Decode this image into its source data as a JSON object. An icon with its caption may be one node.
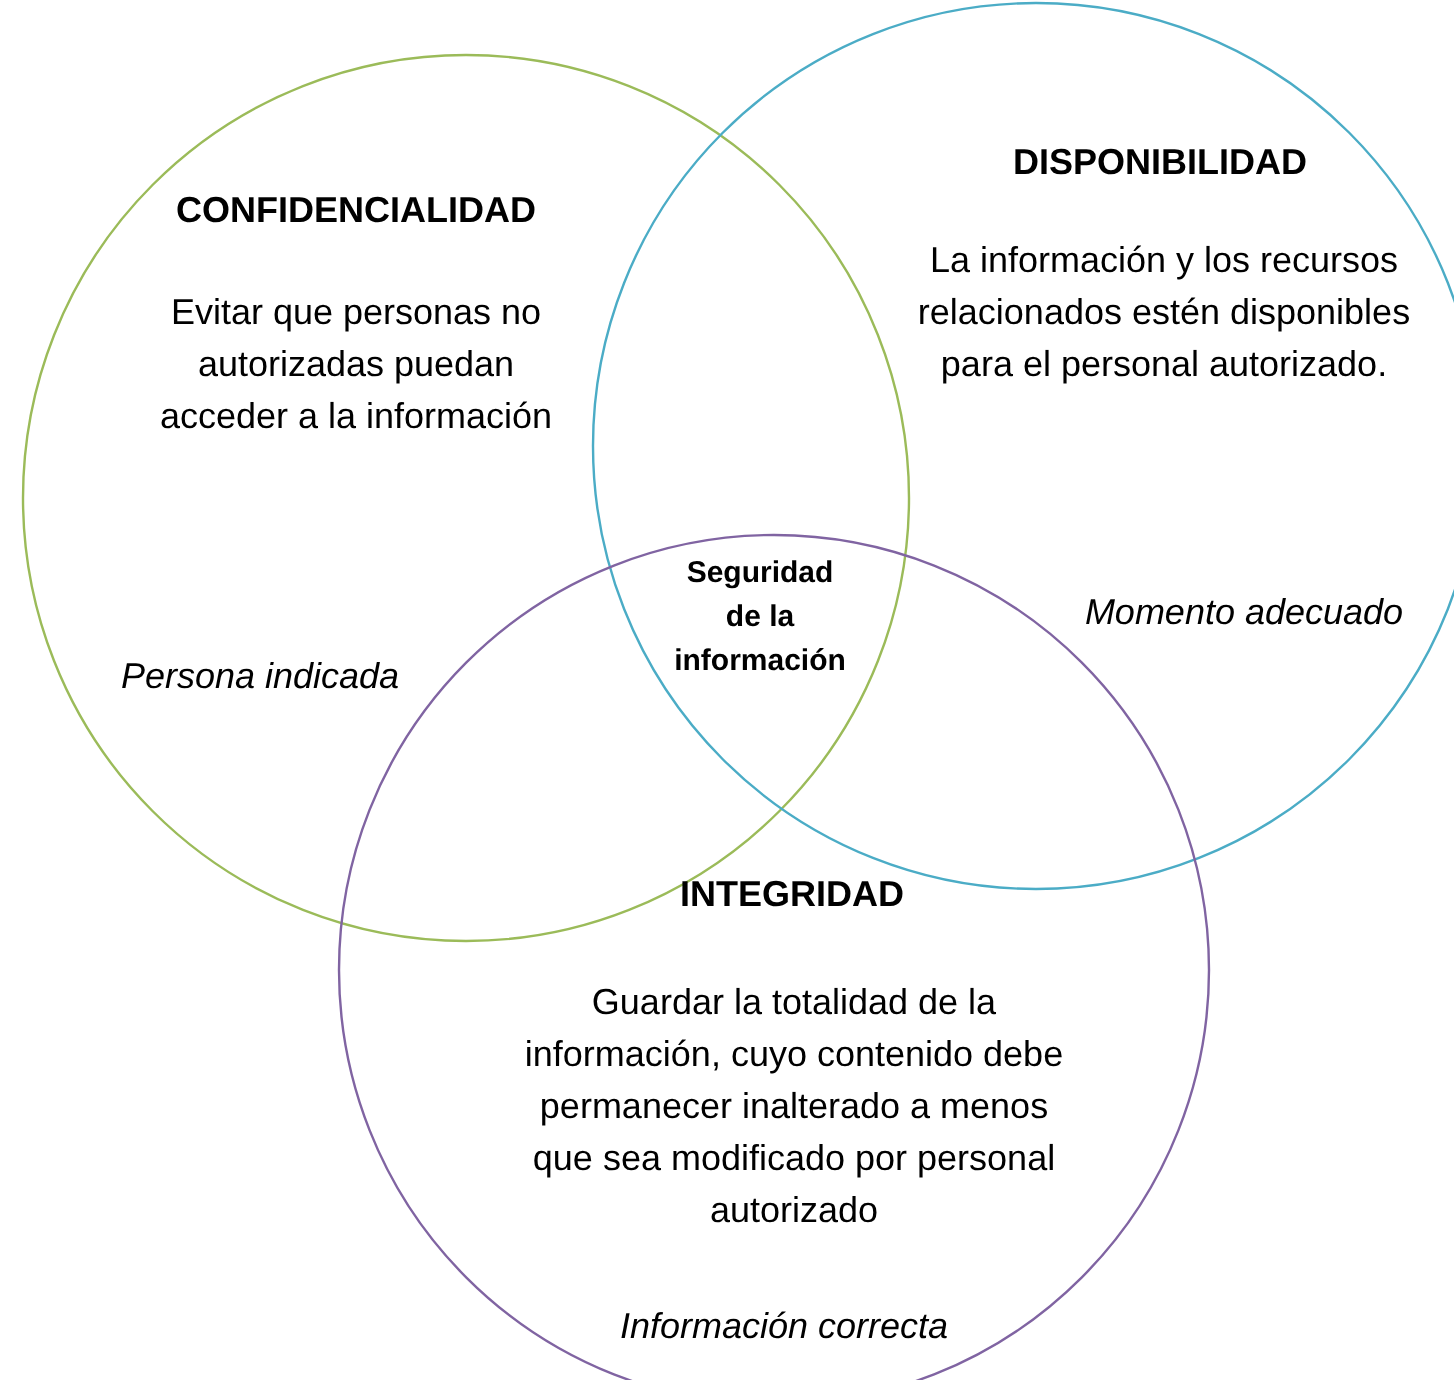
{
  "diagram": {
    "nodes": [
      {
        "text": [
          "CONFIDENCIALIDAD",
          "Evitar que personas no autorizadas puedan acceder a la información",
          "Persona indicada"
        ]
      },
      {
        "text": [
          "DISPONIBILIDAD",
          "La información y los recursos relacionados estén disponibles para el personal autorizado.",
          "Momento adecuado"
        ]
      },
      {
        "text": [
          "INTEGRIDAD",
          "Guardar la totalidad de la información, cuyo contenido debe permanecer inalterado a menos que sea modificado por personal autorizado",
          "Información correcta"
        ]
      }
    ],
    "labels": [
      "Seguridad de la información"
    ]
  }
}
